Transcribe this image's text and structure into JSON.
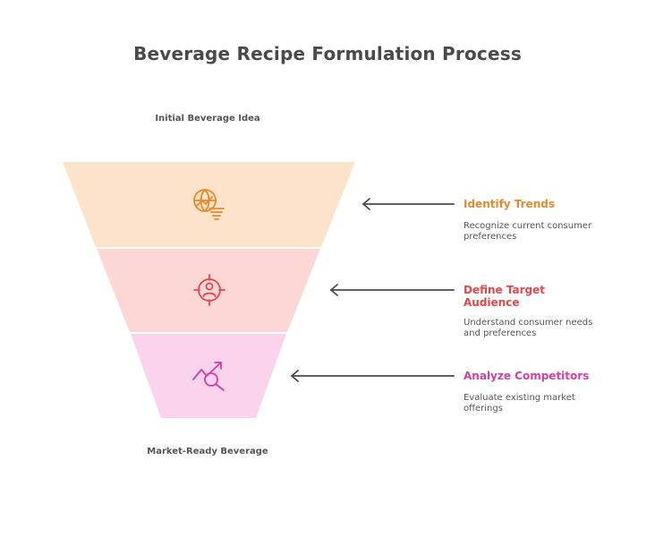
{
  "title": "Beverage Recipe Formulation Process",
  "top_label": "Initial Beverage Idea",
  "bottom_label": "Market-Ready Beverage",
  "stages": [
    {
      "title": "Identify Trends",
      "description": "Recognize current consumer preferences",
      "icon": "globe-trend-icon",
      "fill": "#fde3c9",
      "accent": "#e8892e"
    },
    {
      "title": "Define Target Audience",
      "description": "Understand consumer needs and preferences",
      "icon": "target-user-icon",
      "fill": "#fdd7d5",
      "accent": "#e2484a"
    },
    {
      "title": "Analyze Competitors",
      "description": "Evaluate existing market offerings",
      "icon": "chart-magnifier-icon",
      "fill": "#fbd3ec",
      "accent": "#d63fa3"
    }
  ],
  "arrow_color": "#4a4a4a"
}
